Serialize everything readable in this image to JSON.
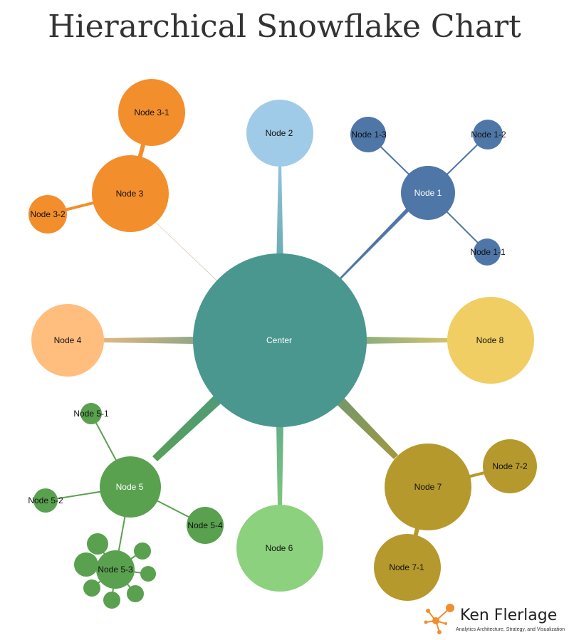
{
  "title": "Hierarchical Snowflake Chart",
  "colors": {
    "center": "#4a9790",
    "node1": "#4e76a7",
    "node2": "#a0cbe8",
    "node3": "#f28e2c",
    "node4": "#ffbe7d",
    "node5": "#59a14f",
    "node6": "#8cd17d",
    "node7": "#b6992d",
    "node8": "#f1ce63",
    "logo": "#f28e2c"
  },
  "nodes": {
    "center": "Center",
    "n1": "Node 1",
    "n1_1": "Node 1-1",
    "n1_2": "Node 1-2",
    "n1_3": "Node 1-3",
    "n2": "Node 2",
    "n3": "Node 3",
    "n3_1": "Node 3-1",
    "n3_2": "Node 3-2",
    "n4": "Node 4",
    "n5": "Node 5",
    "n5_1": "Node 5-1",
    "n5_2": "Node 5-2",
    "n5_3": "Node 5-3",
    "n5_4": "Node 5-4",
    "n6": "Node 6",
    "n7": "Node 7",
    "n7_1": "Node 7-1",
    "n7_2": "Node 7-2",
    "n8": "Node 8"
  },
  "brand": {
    "name": "Ken Flerlage",
    "tagline": "Analytics Architecture, Strategy, and Visualization",
    "logo_icon": "network-logo-icon"
  }
}
